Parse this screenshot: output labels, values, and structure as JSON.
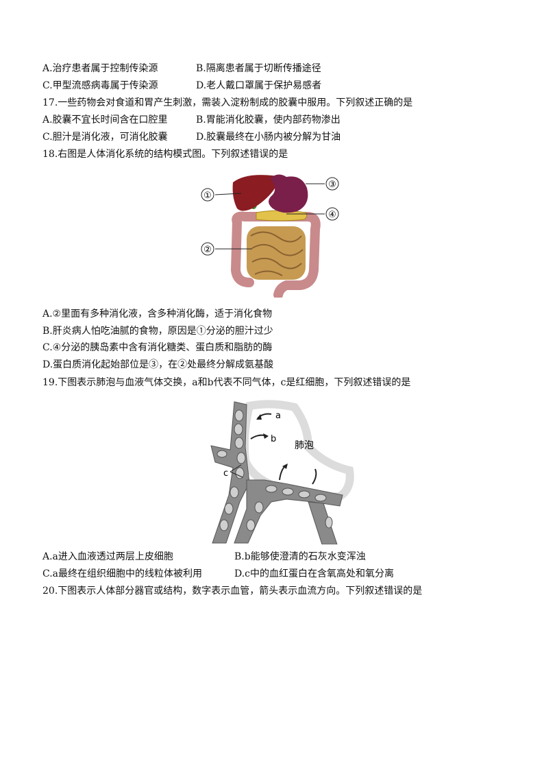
{
  "q16": {
    "options": [
      "A.治疗患者属于控制传染源",
      "B.隔离患者属于切断传播途径",
      "C.甲型流感病毒属于传染源",
      "D.老人戴口罩属于保护易感者"
    ]
  },
  "q17": {
    "stem": "17.一些药物会对食道和胃产生刺激，需装入淀粉制成的胶囊中服用。下列叙述正确的是",
    "options": [
      "A.胶囊不宜长时间含在口腔里",
      "B.胃能消化胶囊，使内部药物渗出",
      "C.胆汁是消化液，可消化胶囊",
      "D.胶囊最终在小肠内被分解为甘油"
    ]
  },
  "q18": {
    "stem": "18.右图是人体消化系统的结构模式图。下列叙述错误的是",
    "figure_labels": [
      "①",
      "②",
      "③",
      "④"
    ],
    "options": [
      "A.②里面有多种消化液，含多种消化酶，适于消化食物",
      "B.肝炎病人怕吃油腻的食物，原因是①分泌的胆汁过少",
      "C.④分泌的胰岛素中含有消化糖类、蛋白质和脂肪的酶",
      "D.蛋白质消化起始部位是③，在②处最终分解成氨基酸"
    ]
  },
  "q19": {
    "stem": "19.下图表示肺泡与血液气体交换，a和b代表不同气体，c是红细胞，下列叙述错误的是",
    "figure_labels": {
      "a": "a",
      "b": "b",
      "c": "c",
      "alveolus": "肺泡"
    },
    "options": [
      "A.a进入血液透过两层上皮细胞",
      "B.b能够使澄清的石灰水变浑浊",
      "C.a最终在组织细胞中的线粒体被利用",
      "D.c中的血红蛋白在含氧高处和氧分离"
    ]
  },
  "q20": {
    "stem": "20.下图表示人体部分器官或结构，数字表示血管，箭头表示血流方向。下列叙述错误的是"
  },
  "colors": {
    "liver": "#8a1c22",
    "stomach": "#7a1f4a",
    "pancreas": "#e2c24a",
    "intestine": "#c79a52",
    "large_intestine": "#c98a8c",
    "vessel": "#8a8a8a",
    "cell": "#cfcfcf"
  }
}
